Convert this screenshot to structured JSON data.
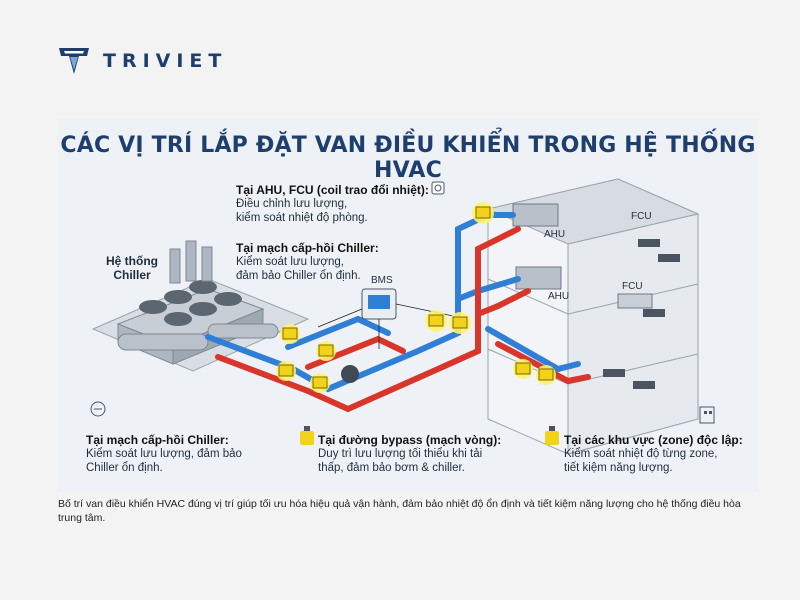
{
  "brand": {
    "name": "TRIVIET"
  },
  "diagram": {
    "title": "CÁC VỊ TRÍ LẮP ĐẶT VAN ĐIỀU KHIỂN TRONG HỆ THỐNG HVAC",
    "chiller_label": "Hệ thống\nChiller",
    "bms_label": "BMS",
    "ahu_label_1": "AHU",
    "ahu_label_2": "AHU",
    "fcu_label_1": "FCU",
    "fcu_label_2": "FCU",
    "notes": {
      "ahu_fcu": {
        "title": "Tại AHU, FCU (coil trao đổi nhiệt):",
        "line1": "Điều chỉnh lưu lượng,",
        "line2": "kiểm soát nhiệt độ phòng."
      },
      "chiller_top": {
        "title": "Tại mạch cấp-hồi Chiller:",
        "line1": "Kiểm soát lưu lượng,",
        "line2": "đảm bảo Chiller ổn định."
      },
      "chiller_bottom": {
        "title": "Tại mạch cấp-hồi Chiller:",
        "line1": "Kiểm soát lưu lượng, đảm bảo",
        "line2": "Chiller ổn định."
      },
      "bypass": {
        "title": "Tại đường bypass (mạch vòng):",
        "line1": "Duy trì lưu lượng tối thiểu khi tải",
        "line2": "thấp, đảm bảo bơm & chiller."
      },
      "zone": {
        "title": "Tại các khu vực (zone) độc lập:",
        "line1": "Kiểm soát nhiệt độ từng zone,",
        "line2": "tiết kiệm năng lượng."
      }
    },
    "caption": "Bố trí van điều khiển HVAC đúng vị trí giúp tối ưu hóa hiệu quả vận hành, đảm bảo nhiệt độ ổn định và tiết kiệm năng lượng cho hệ thống điều hòa trung tâm."
  },
  "colors": {
    "navy": "#1e3f6e",
    "supply": "#2f7fd6",
    "return": "#d9362b",
    "valve": "#f2d21b",
    "highlight": "#fff36b"
  }
}
